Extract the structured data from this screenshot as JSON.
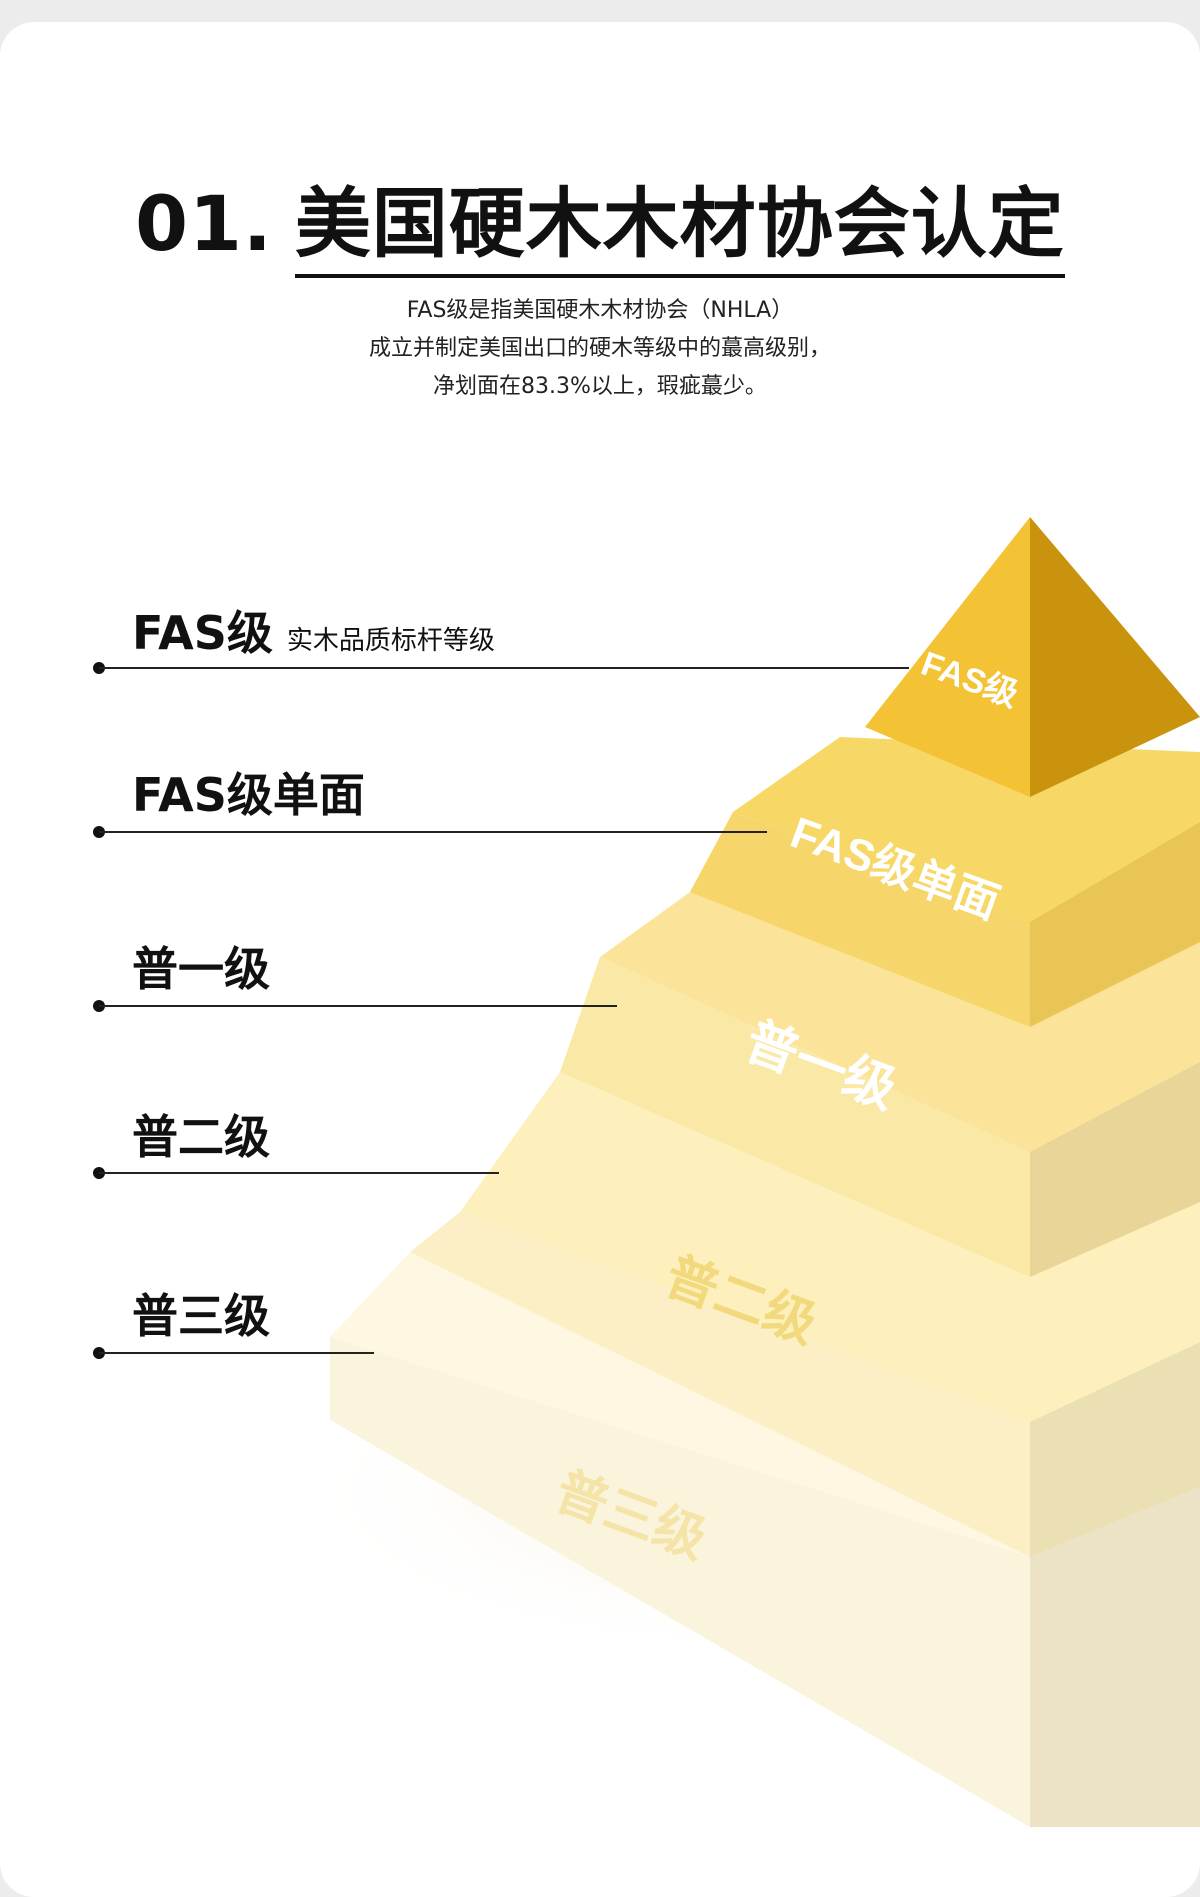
{
  "heading": {
    "number": "01.",
    "title": "美国硬木木材协会认定"
  },
  "description": [
    "FAS级是指美国硬木木材协会（NHLA）",
    "成立并制定美国出口的硬木等级中的蕞高级别，",
    "净划面在83.3%以上，瑕疵蕞少。"
  ],
  "levels": [
    {
      "label": "FAS级",
      "sub": "实木品质标杆等级",
      "pyramid_text": "FAS级"
    },
    {
      "label": "FAS级单面",
      "sub": "",
      "pyramid_text": "FAS级单面"
    },
    {
      "label": "普一级",
      "sub": "",
      "pyramid_text": "普一级"
    },
    {
      "label": "普二级",
      "sub": "",
      "pyramid_text": "普二级"
    },
    {
      "label": "普三级",
      "sub": "",
      "pyramid_text": "普三级"
    }
  ],
  "colors": {
    "tier1": "#f4c335",
    "tier2": "#f7d965",
    "tier3": "#f9e58f",
    "tier4": "#fbedb4",
    "tier5": "#fcf3cf"
  }
}
